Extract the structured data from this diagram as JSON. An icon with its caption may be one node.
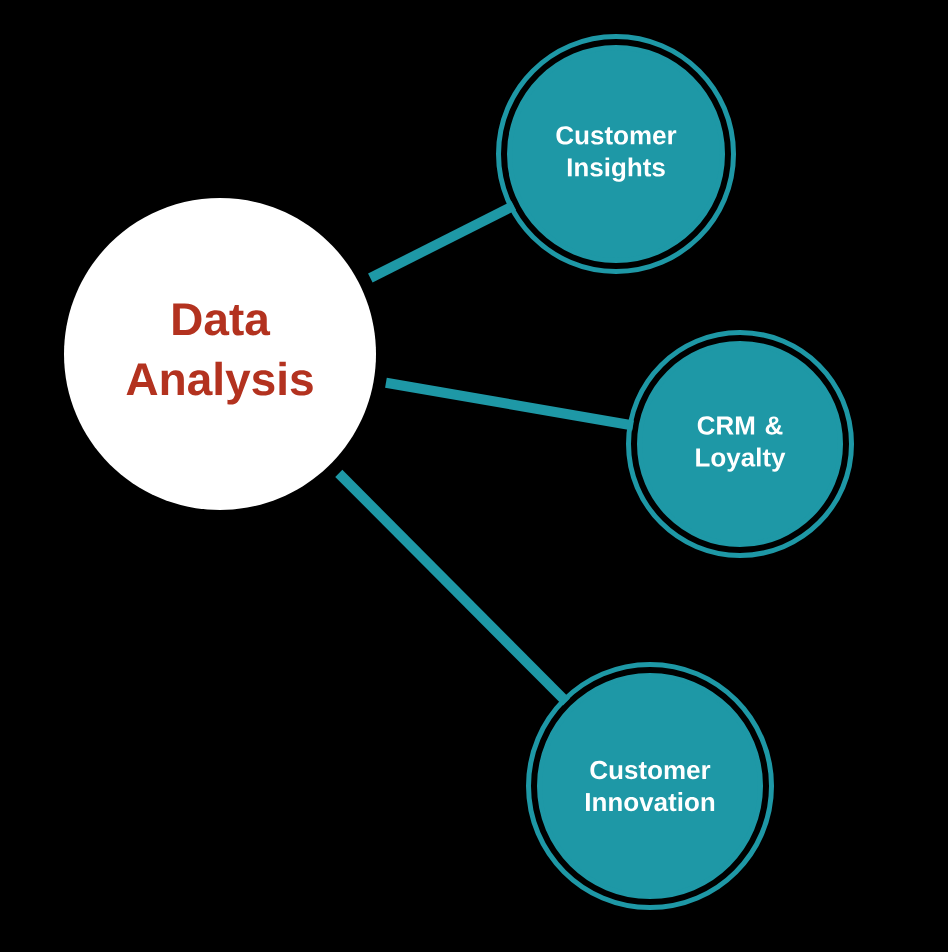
{
  "diagram": {
    "nodes": [
      {
        "text": [
          "Data Analysis"
        ]
      },
      {
        "text": [
          "Customer Insights"
        ]
      },
      {
        "text": [
          "CRM & Loyalty"
        ]
      },
      {
        "text": [
          "Customer Innovation"
        ]
      }
    ],
    "edges": [
      {
        "from": 0,
        "to": 1,
        "arrow": "none"
      },
      {
        "from": 0,
        "to": 2,
        "arrow": "none"
      },
      {
        "from": 0,
        "to": 3,
        "arrow": "none"
      }
    ]
  }
}
